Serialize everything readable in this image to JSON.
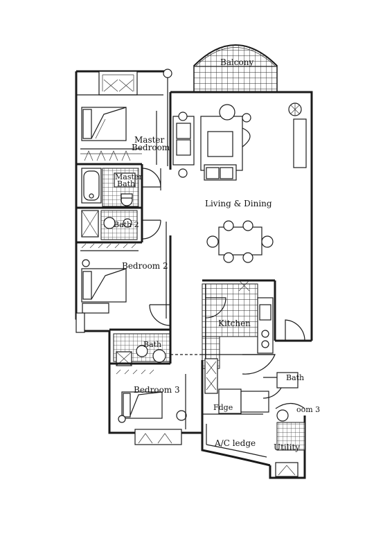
{
  "rooms": {
    "balcony": "Balcony",
    "master_bedroom_line1": "Master",
    "master_bedroom_line2": "Bedroom",
    "master_bath_line1": "Master",
    "master_bath_line2": "Bath",
    "bath2": "Bath 2",
    "living_dining": "Living & Dining",
    "bedroom2": "Bedroom 2",
    "kitchen": "Kitchen",
    "bath": "Bath",
    "bedroom3": "Bedroom 3",
    "fridge": "Fdge",
    "bath3_partial": "oom 3",
    "ac_ledge": "A/C ledge",
    "utility": "Utility",
    "wc_partial": "Bath"
  }
}
